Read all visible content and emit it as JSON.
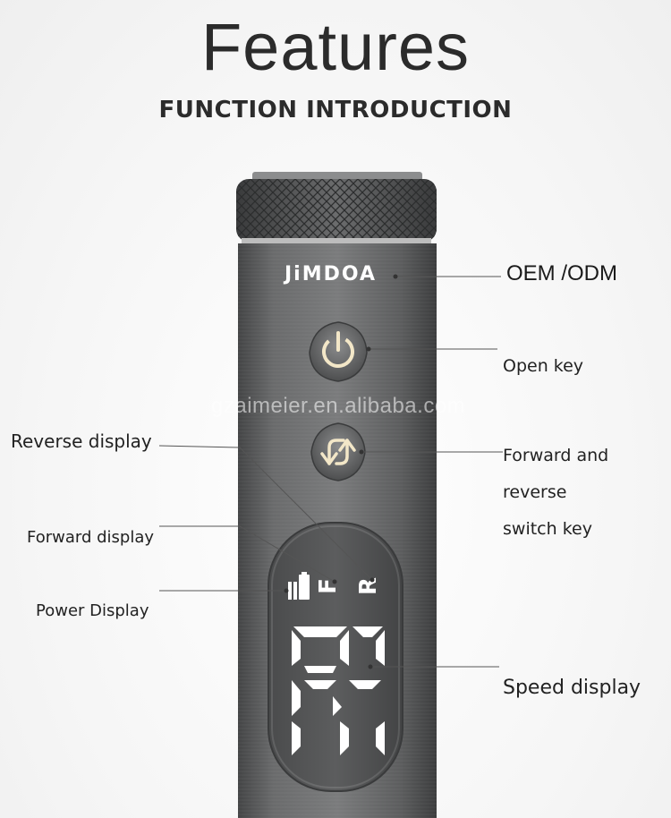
{
  "header": {
    "title": "Features",
    "subtitle": "FUNCTION INTRODUCTION"
  },
  "device": {
    "brand": "JiMDOA",
    "watermark": "gzaimeier.en.alibaba.com",
    "indicators": {
      "forward": "F",
      "reverse": "R"
    },
    "speed_digits_shown": 4,
    "body_color": "#5f6060",
    "knurl_color": "#4e4f50",
    "icon_ring_color": "#f3e7c8"
  },
  "callouts": {
    "oem": "OEM /ODM",
    "open_key": "Open key",
    "forward_reverse_line1": "Forward and",
    "forward_reverse_line2": "reverse",
    "forward_reverse_line3": "switch key",
    "speed_display": "Speed display",
    "reverse_display": "Reverse display",
    "forward_display": "Forward display",
    "power_display": "Power Display"
  }
}
